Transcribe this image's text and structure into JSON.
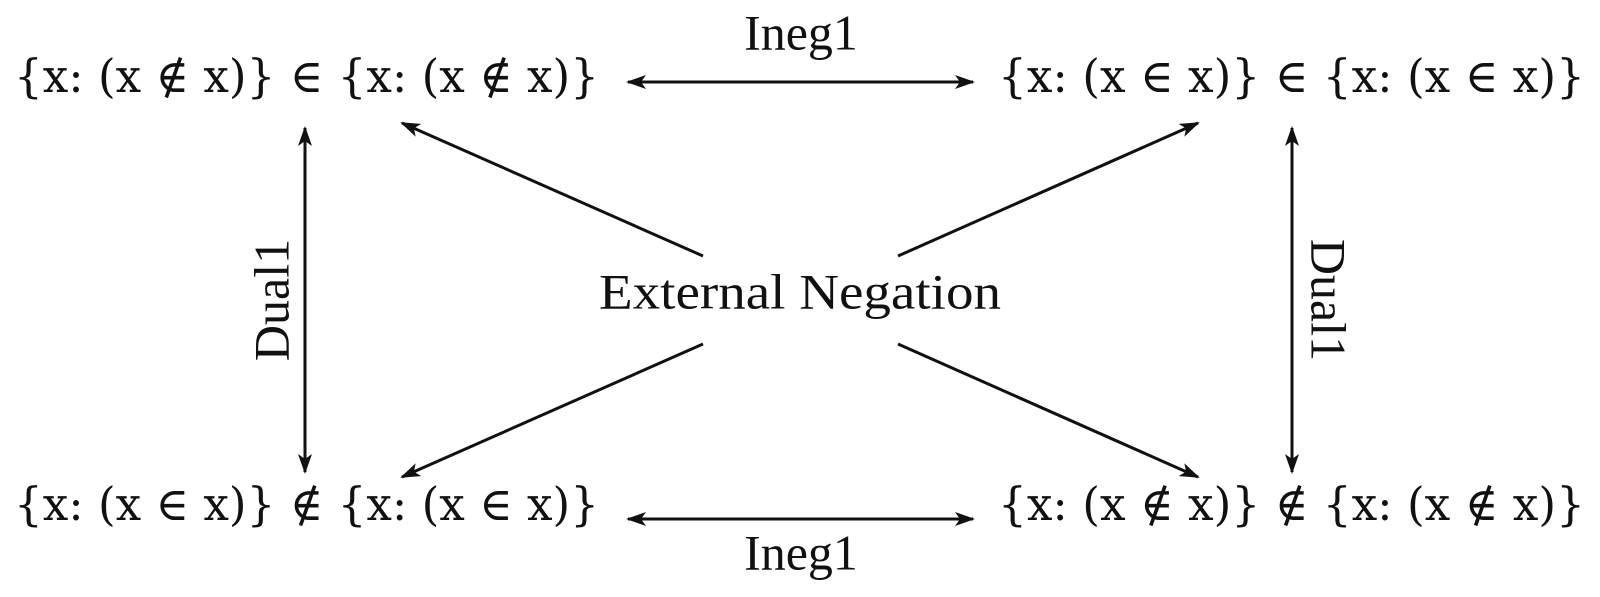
{
  "formulas": {
    "top_left": "{x: (x ∉ x)} ∈ {x: (x ∉ x)}",
    "top_right": "{x: (x ∈ x)} ∈ {x: (x ∈ x)}",
    "bottom_left": "{x: (x ∈ x)} ∉ {x: (x ∈ x)}",
    "bottom_right": "{x: (x ∉ x)} ∉ {x: (x ∉ x)}"
  },
  "labels": {
    "top_horizontal": "Ineg1",
    "bottom_horizontal": "Ineg1",
    "left_vertical": "Dual1",
    "right_vertical": "Dual1",
    "center": "External Negation"
  }
}
